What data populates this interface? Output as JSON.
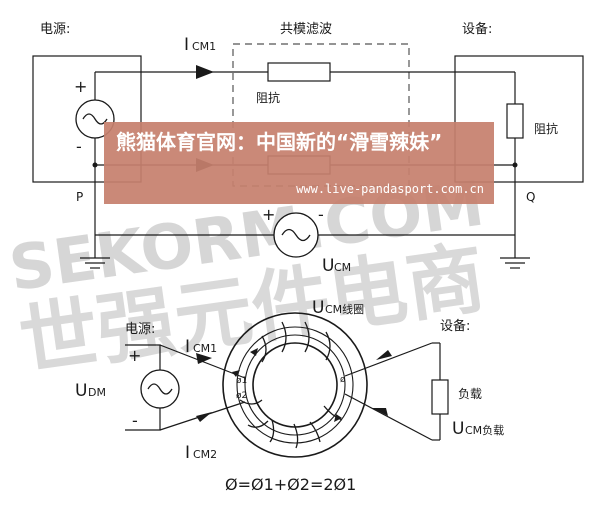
{
  "top": {
    "source_label": "电源:",
    "device_label": "设备:",
    "filter_label": "共模滤波",
    "icm1_main": "I",
    "icm1_sub": "CM1",
    "impedance_label_1": "阻抗",
    "impedance_label_2": "阻抗",
    "plus": "+",
    "minus": "-",
    "node_p": "P",
    "node_q": "Q",
    "ucm_plus": "+",
    "ucm_minus": "-",
    "ucm_main": "U",
    "ucm_sub": "CM"
  },
  "bottom": {
    "source_label": "电源:",
    "device_label": "设备:",
    "plus": "+",
    "minus": "-",
    "udm_main": "U",
    "udm_sub": "DM",
    "icm1_main": "I",
    "icm1_sub": "CM1",
    "icm2_main": "I",
    "icm2_sub": "CM2",
    "coil_main": "U",
    "coil_sub": "CM线圈",
    "load_label": "负载",
    "load_volt_main": "U",
    "load_volt_sub": "CM负载",
    "phi1": "ø1",
    "phi2": "ø2",
    "phi": "ø",
    "equation": "Ø=Ø1+Ø2=2Ø1"
  },
  "watermark": {
    "latin": "SEKORM.COM",
    "cjk": "世强元件电商"
  },
  "banner": {
    "title": "熊猫体育官网：中国新的“滑雪辣妹”",
    "url": "www.live-pandasport.com.cn"
  },
  "colors": {
    "line": "#1a1a1a",
    "dashed": "#555555",
    "watermark": "#c9c9c9",
    "banner_bg": "#c6806e",
    "banner_text": "#ffffff"
  }
}
